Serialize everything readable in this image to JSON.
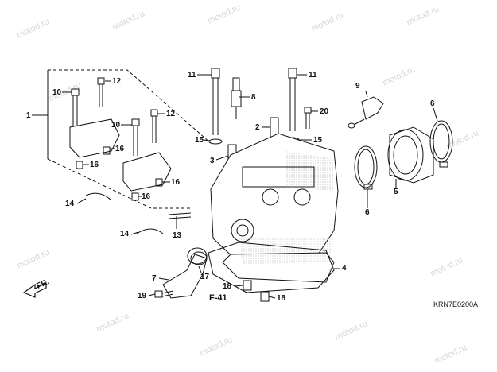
{
  "watermark": "motod.ru",
  "direction_label": "FR.",
  "section_ref": "F-41",
  "diagram_code": "KRN7E0200A",
  "callouts": [
    "1",
    "2",
    "3",
    "4",
    "5",
    "6",
    "6",
    "7",
    "8",
    "9",
    "10",
    "10",
    "11",
    "11",
    "12",
    "12",
    "13",
    "14",
    "14",
    "15",
    "15",
    "16",
    "16",
    "16",
    "16",
    "17",
    "18",
    "18",
    "19",
    "20"
  ]
}
